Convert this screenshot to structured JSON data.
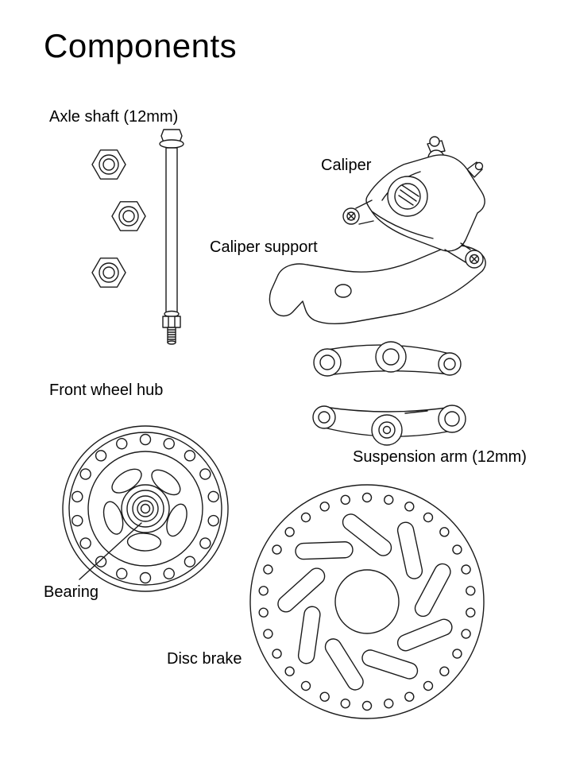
{
  "slide": {
    "title": "Components",
    "background": "#ffffff",
    "line_color": "#1b1b1b",
    "pointer_color": "#4472C4"
  },
  "labels": {
    "axle_shaft": "Axle shaft (12mm)",
    "caliper": "Caliper",
    "caliper_support": "Caliper support",
    "front_wheel_hub": "Front wheel hub",
    "suspension_arm": "Suspension arm (12mm)",
    "bearing": "Bearing",
    "disc_brake": "Disc brake"
  }
}
